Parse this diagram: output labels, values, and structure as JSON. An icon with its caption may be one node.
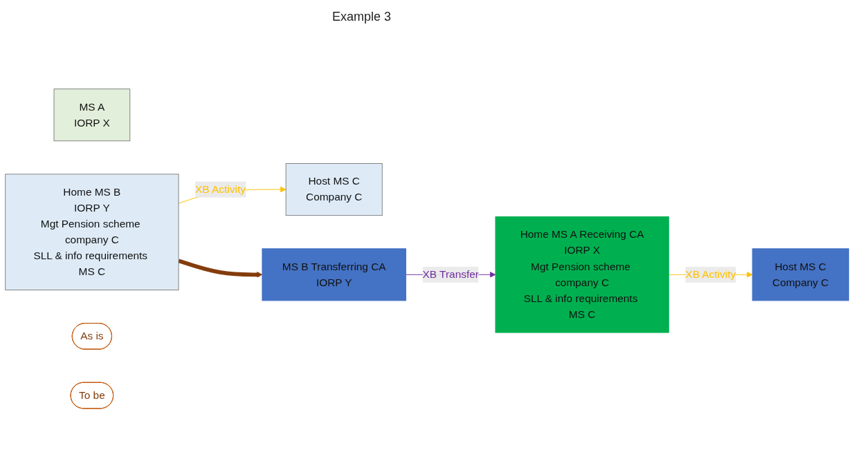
{
  "diagram": {
    "title": "Example 3",
    "nodes": [
      {
        "text": [
          "MS A",
          "IORP X"
        ]
      },
      {
        "text": [
          "Home MS B",
          "IORP Y",
          "Mgt Pension scheme company C",
          "SLL & info requirements MS C"
        ]
      },
      {
        "text": [
          "Host MS C",
          "Company C"
        ]
      },
      {
        "text": [
          "As is"
        ]
      },
      {
        "text": [
          "Home MS A Receiving CA",
          "IORP X",
          "Mgt Pension scheme company C",
          "SLL & info requirements MS C"
        ]
      },
      {
        "text": [
          "MS B Transferring CA",
          "IORP Y"
        ]
      },
      {
        "text": [
          "Host MS C",
          "Company C"
        ]
      },
      {
        "text": [
          "To be"
        ]
      }
    ],
    "edges": [
      {
        "from": 1,
        "to": 2,
        "arrow": "to",
        "label": "XB Activity",
        "color": "#ffc000"
      },
      {
        "from": 5,
        "to": 4,
        "arrow": "to",
        "label": "XB Transfer",
        "color": "#7030a0"
      },
      {
        "from": 4,
        "to": 6,
        "arrow": "to",
        "label": "XB Activity",
        "color": "#ffc000"
      },
      {
        "from": 1,
        "to": 5,
        "arrow": "to",
        "style": "thick",
        "color": "#843c0c"
      }
    ]
  }
}
